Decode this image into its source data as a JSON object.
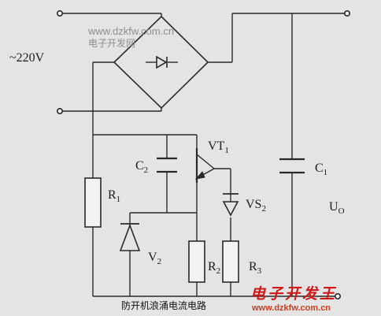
{
  "watermark_top": {
    "url": "www.dzkfw.com.cn",
    "name": "电子开发网"
  },
  "watermark_bottom": {
    "name": "电子开发王",
    "url": "www.dzkfw.com.cn"
  },
  "labels": {
    "input": "~220V",
    "vt1": {
      "main": "VT",
      "sub": "1"
    },
    "c2": {
      "main": "C",
      "sub": "2"
    },
    "c1": {
      "main": "C",
      "sub": "1"
    },
    "r1": {
      "main": "R",
      "sub": "1"
    },
    "vs2": {
      "main": "VS",
      "sub": "2"
    },
    "uo": {
      "main": "U",
      "sub": "O"
    },
    "v2": {
      "main": "V",
      "sub": "2"
    },
    "r2": {
      "main": "R",
      "sub": "2"
    },
    "r3": {
      "main": "R",
      "sub": "3"
    }
  },
  "caption": "防开机浪涌电流电路",
  "colors": {
    "background": "#e4e4e4",
    "line": "#2a2a2a",
    "watermark_red": "#d01818"
  }
}
